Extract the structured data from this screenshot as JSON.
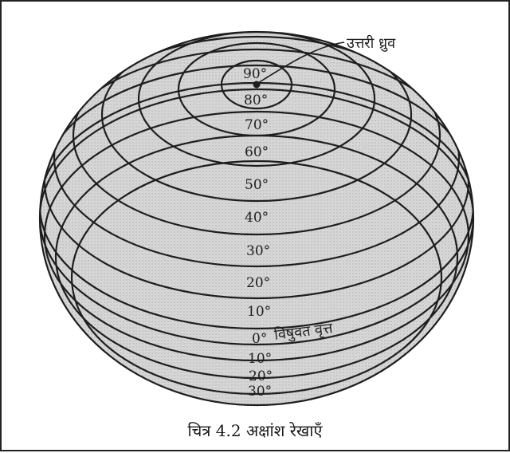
{
  "diagram": {
    "north_pole_label": "उत्तरी ध्रुव",
    "equator_label": "विषुवत वृत्त",
    "latitudes": {
      "n90": "90°",
      "n80": "80°",
      "n70": "70°",
      "n60": "60°",
      "n50": "50°",
      "n40": "40°",
      "n30": "30°",
      "n20": "20°",
      "n10": "10°",
      "eq": "0°",
      "s10": "10°",
      "s20": "20°",
      "s30": "30°"
    },
    "colors": {
      "globe_fill": "#d4d4d4",
      "line": "#1e1e1e"
    }
  },
  "caption": "चित्र 4.2 अक्षांश रेखाएँ"
}
